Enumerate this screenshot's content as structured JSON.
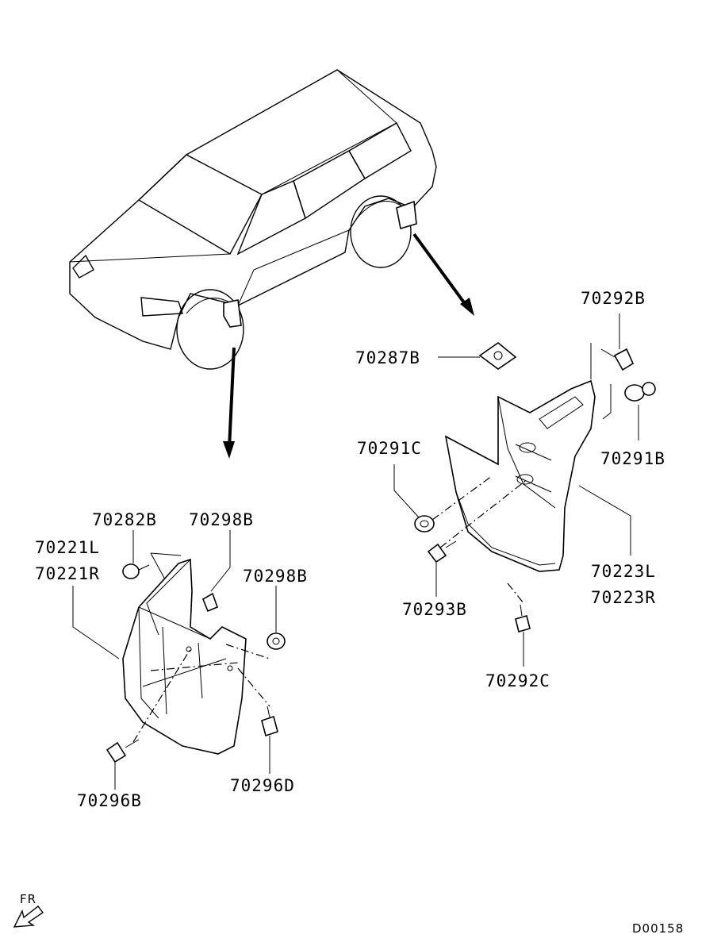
{
  "diagram": {
    "labels": {
      "p70292B": "70292B",
      "p70287B": "70287B",
      "p70291C": "70291C",
      "p70291B": "70291B",
      "p70293B": "70293B",
      "p70223L": "70223L",
      "p70223R": "70223R",
      "p70292C": "70292C",
      "p70282B": "70282B",
      "p70298B_a": "70298B",
      "p70221L": "70221L",
      "p70221R": "70221R",
      "p70298B_b": "70298B",
      "p70296B": "70296B",
      "p70296D": "70296D"
    },
    "direction_marker": "FR",
    "diagram_code": "D00158"
  }
}
